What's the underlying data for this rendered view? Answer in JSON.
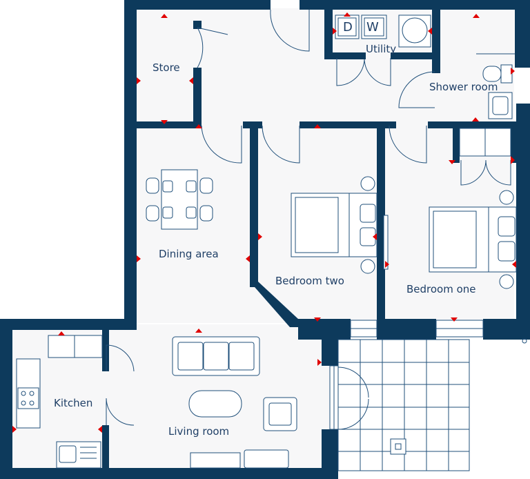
{
  "rooms": {
    "store": "Store",
    "utility": "Utility",
    "shower_room": "Shower room",
    "dining_area": "Dining area",
    "bedroom_two": "Bedroom two",
    "bedroom_one": "Bedroom one",
    "kitchen": "Kitchen",
    "living_room": "Living room"
  },
  "appliances": {
    "dishwasher": "D",
    "washer": "W"
  },
  "colors": {
    "wall": "#0d3a5c",
    "line": "#1f4f7a",
    "floor": "#f7f7f8",
    "marker": "#e00000"
  }
}
